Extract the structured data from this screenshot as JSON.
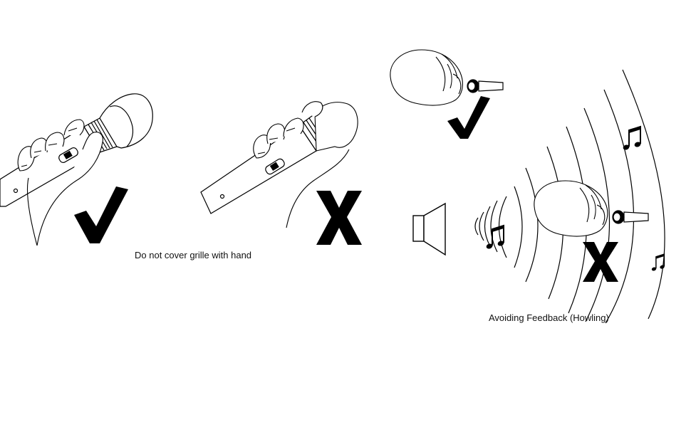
{
  "captions": {
    "grille": "Do not cover grille with hand",
    "feedback": "Avoiding Feedback (Howling)"
  },
  "panels": [
    {
      "id": "grip-correct",
      "verdict": "correct"
    },
    {
      "id": "grip-incorrect",
      "verdict": "incorrect"
    },
    {
      "id": "distance-correct",
      "verdict": "correct"
    },
    {
      "id": "distance-incorrect",
      "verdict": "incorrect"
    }
  ],
  "icons": [
    "microphone-icon",
    "hand-icon",
    "checkmark-icon",
    "cross-icon",
    "head-icon",
    "speaker-icon",
    "music-note-icon",
    "sound-wave-icon"
  ],
  "colors": {
    "ink": "#000000",
    "background": "#ffffff"
  }
}
